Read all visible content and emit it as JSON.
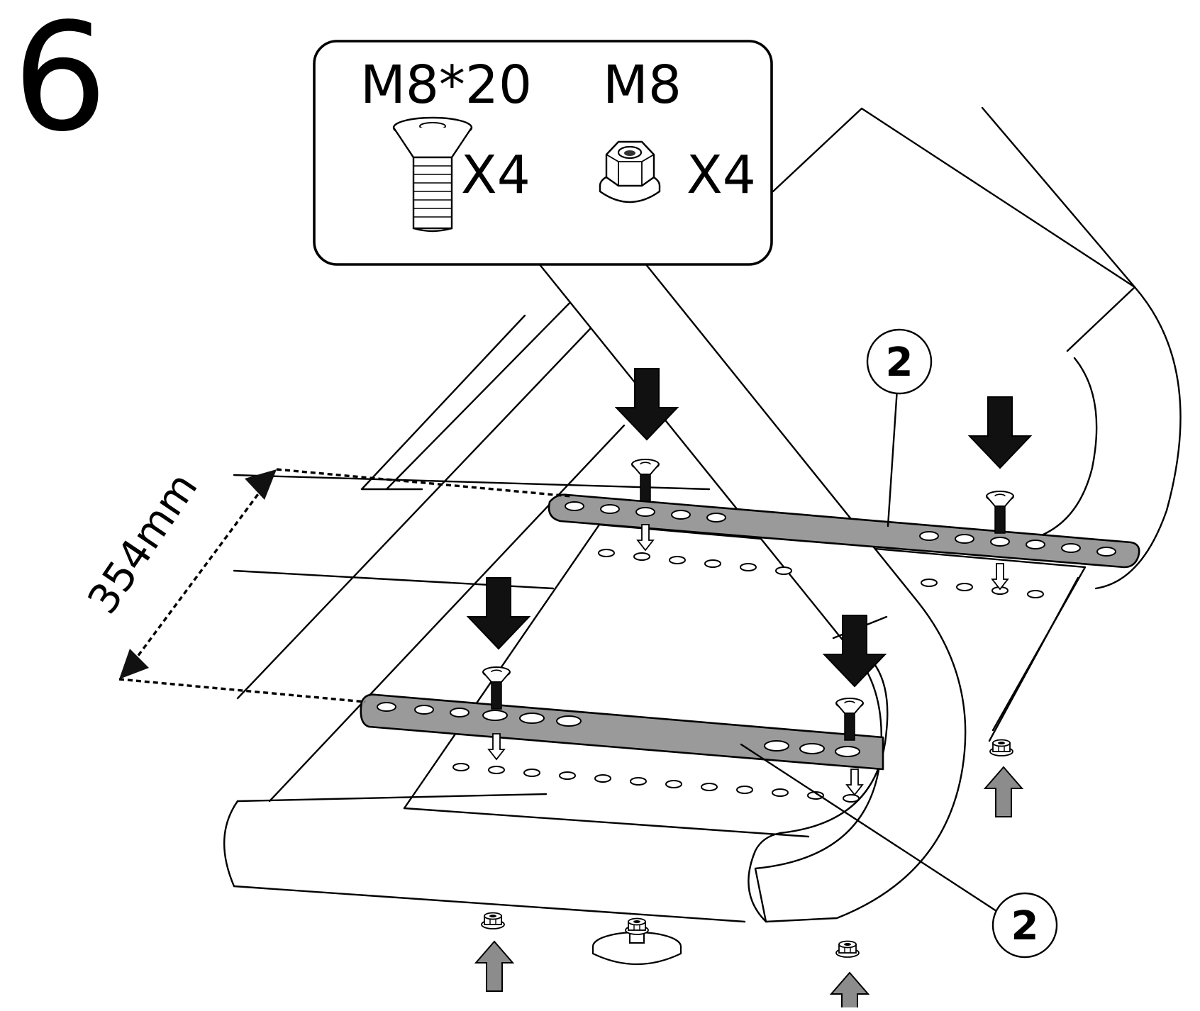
{
  "step_number": "6",
  "hardware": {
    "bolt": {
      "size": "M8*20",
      "quantity": "X4",
      "icon": "countersunk-bolt-icon"
    },
    "nut": {
      "size": "M8",
      "quantity": "X4",
      "icon": "flange-nut-icon"
    }
  },
  "dimension": {
    "label": "354mm"
  },
  "part_callouts": [
    {
      "label": "2"
    },
    {
      "label": "2"
    }
  ],
  "colors": {
    "outline": "#000000",
    "plate": "#9a9a9a",
    "up_arrow": "#8c8c8c",
    "down_arrow": "#111111"
  }
}
